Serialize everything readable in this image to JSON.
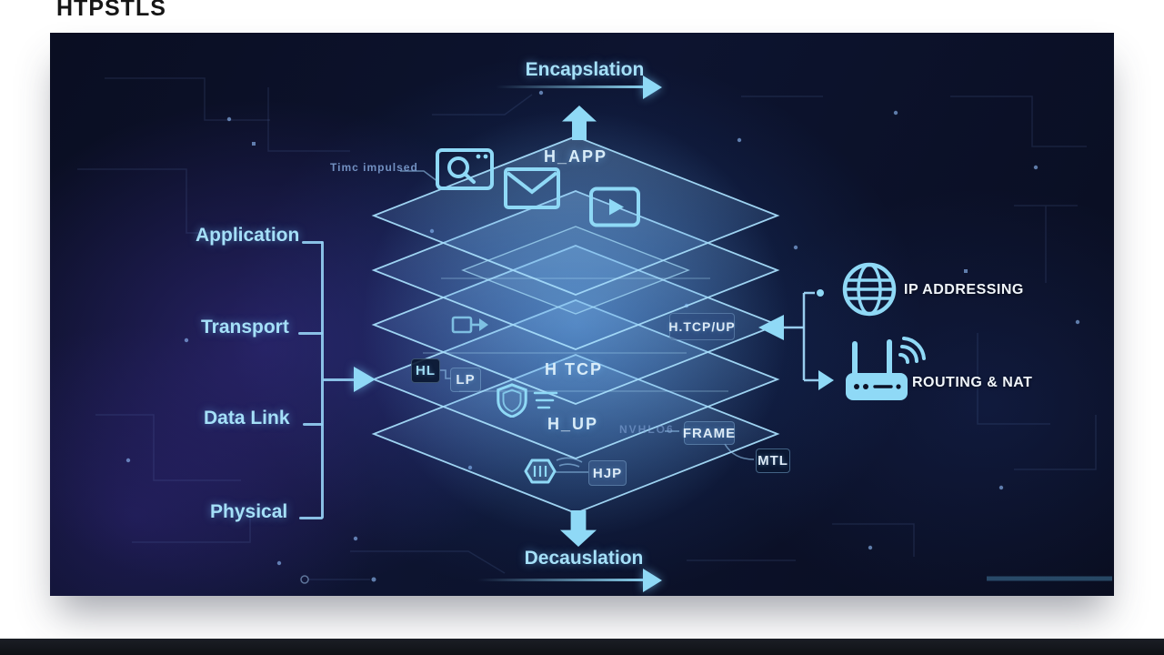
{
  "window": {
    "title": "HTPSTLS"
  },
  "colors": {
    "accent": "#8fd9f6",
    "label_cyan": "#a5e0f8",
    "header_text": "#d8ecf8",
    "white_text": "#f0f5fa",
    "panel_bg": "#0c1126"
  },
  "flow": {
    "top_label": "Encapslation",
    "bottom_label": "Decauslation"
  },
  "osi": {
    "labels": [
      "Application",
      "Transport",
      "Data Link",
      "Physical"
    ]
  },
  "stack": {
    "app_header": "H_APP",
    "app_note": "Timc impulsed",
    "tcp_header": "H TCP",
    "tcp_badge": "H.TCP/UP",
    "hl_badge": "HL",
    "lp_badge": "LP",
    "up_header": "H_UP",
    "frame_note": "NVHLO6",
    "frame_badge": "FRAME",
    "mtl_badge": "MTL",
    "hjp_badge": "HJP"
  },
  "right_panel": {
    "ip_label": "IP ADDRESSING",
    "routing_label": "ROUTING & NAT"
  },
  "icons": {
    "application_layer": [
      "browser-search-icon",
      "email-icon",
      "video-play-icon"
    ],
    "transport_layer": [
      "forward-icon",
      "shield-icon"
    ],
    "data_link_layer": [
      "nut-icon"
    ],
    "right_annotations": [
      "globe-icon",
      "router-icon"
    ]
  }
}
